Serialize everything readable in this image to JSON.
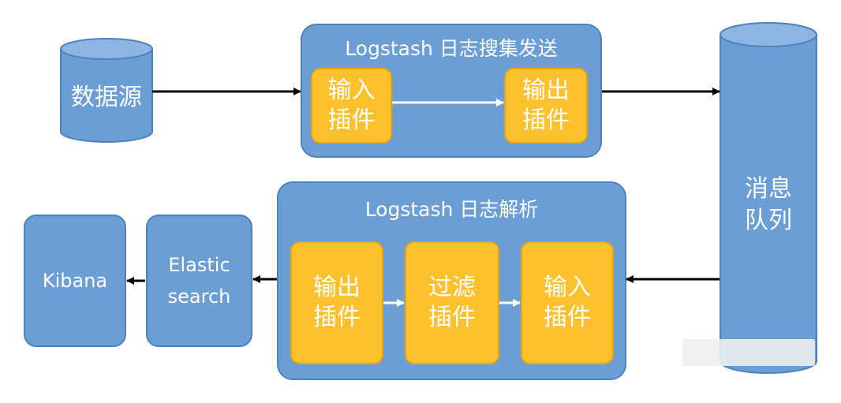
{
  "nodes": {
    "source": "数据源",
    "collect_title": "Logstash 日志搜集发送",
    "collect_input": "输入插件",
    "collect_output": "输出插件",
    "queue": "消息队列",
    "parse_title": "Logstash 日志解析",
    "parse_output": "输出插件",
    "parse_filter": "过滤插件",
    "parse_input": "输入插件",
    "elastic_line1": "Elastic",
    "elastic_line2": "search",
    "kibana": "Kibana"
  },
  "colors": {
    "container_blue": "#6a9ed5",
    "container_border": "#4f81bd",
    "plugin_yellow": "#fcc12d",
    "arrow": "#000000",
    "inner_arrow": "#ffffff"
  }
}
